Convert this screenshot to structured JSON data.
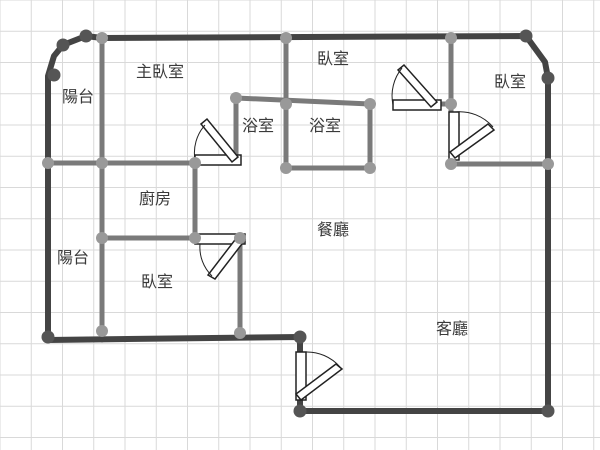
{
  "rooms": {
    "master_bedroom": "主臥室",
    "bedroom_top": "臥室",
    "bedroom_right": "臥室",
    "balcony_top": "陽台",
    "bathroom_left": "浴室",
    "bathroom_right": "浴室",
    "kitchen": "廚房",
    "dining": "餐廳",
    "balcony_bottom": "陽台",
    "bedroom_bottom": "臥室",
    "living": "客廳"
  },
  "colors": {
    "background": "#ffffff",
    "grid": "#d9d9d9",
    "grid_major": "#c4c4c4",
    "outer_wall": "#444444",
    "inner_wall": "#7a7a7a",
    "outer_node": "#555555",
    "inner_node": "#999999",
    "door": "#222222",
    "text": "#3a3a3a"
  }
}
